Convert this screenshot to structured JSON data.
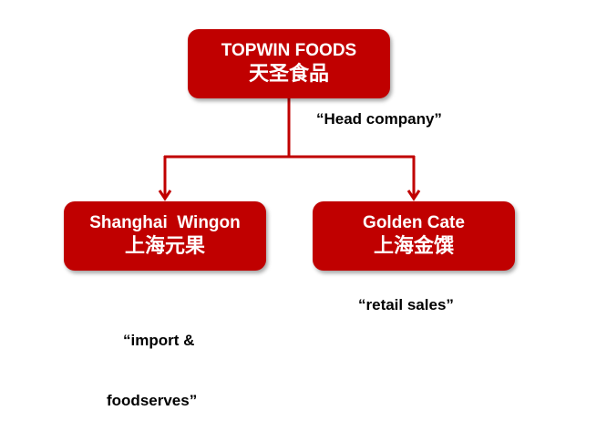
{
  "colors": {
    "box_fill": "#c00000",
    "connector": "#c00000",
    "box_text": "#ffffff",
    "note_text": "#000000"
  },
  "nodes": {
    "head": {
      "name_en": "TOPWIN FOODS",
      "name_zh": "天圣食品",
      "note": "“Head company”"
    },
    "left": {
      "name_en": "Shanghai  Wingon",
      "name_zh": "上海元果",
      "note_line1": "“import &",
      "note_line2": "foodserves”"
    },
    "right": {
      "name_en": "Golden Cate",
      "name_zh": "上海金馔",
      "note": "“retail sales”"
    }
  }
}
